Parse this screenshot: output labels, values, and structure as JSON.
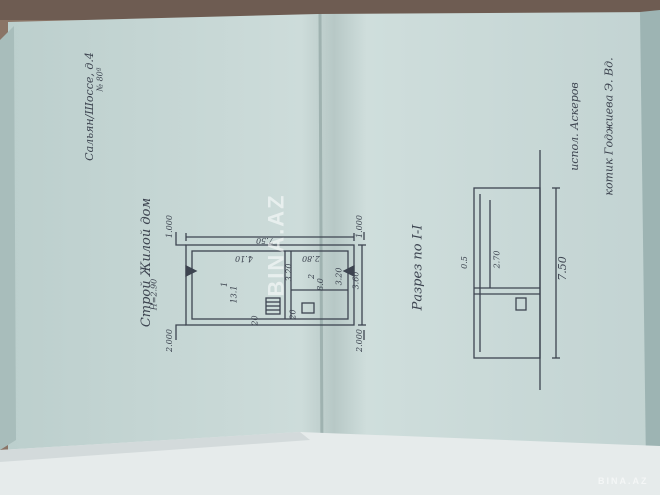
{
  "photo": {
    "colors": {
      "table": "#8a7466",
      "paper": "#c9d8d6",
      "paper_shadow": "#b4c7c6",
      "ink": "#3d4450",
      "front_sheet": "#e6ebeb"
    },
    "left_page": {
      "address_line": "Сальян/Шоссе, д.4",
      "address_no": "№ 80ª",
      "title": "Строй Жилой дом",
      "height_note": "Н=2.90",
      "plan_labels": {
        "room1_no": "1",
        "room1_area": "13.1",
        "room2_no": "2",
        "room2_area": "8.0",
        "dim_top_total": "7.50",
        "dim_top_room": "4.10",
        "dim_top_room2": "2.80",
        "dim_side_1": "3.20",
        "dim_side_2": "3.20",
        "dim_side_3": "3.60",
        "dim_bottom": "20",
        "dim_bottom_2": "20",
        "axis_a": "1.000",
        "axis_b": "1.000",
        "axis_c": "2.000",
        "axis_d": "2.000"
      }
    },
    "right_page": {
      "section_title": "Разрез по I-I",
      "section_height": "2.70",
      "section_side": "0.5",
      "section_length": "7.50",
      "sign_line1": "испол. Аскеров",
      "sign_line2": "котик Годжиева Э. Вд."
    },
    "watermark": "BINA.AZ",
    "watermark_corner": "BINA.AZ"
  }
}
